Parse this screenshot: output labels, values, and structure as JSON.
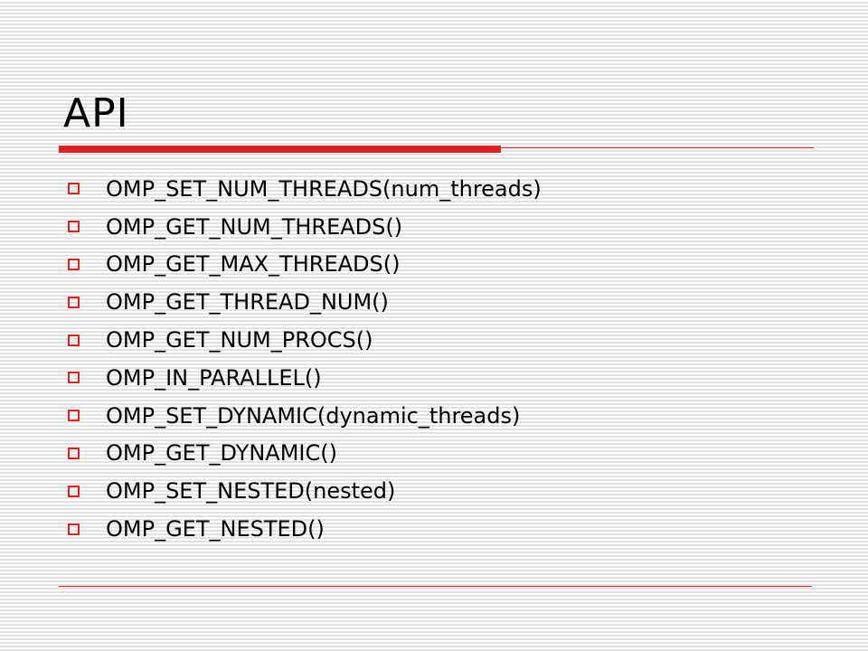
{
  "slide": {
    "title": "API",
    "bullets": [
      "OMP_SET_NUM_THREADS(num_threads)",
      "OMP_GET_NUM_THREADS()",
      "OMP_GET_MAX_THREADS()",
      "OMP_GET_THREAD_NUM()",
      "OMP_GET_NUM_PROCS()",
      "OMP_IN_PARALLEL()",
      "OMP_SET_DYNAMIC(dynamic_threads)",
      "OMP_GET_DYNAMIC()",
      "OMP_SET_NESTED(nested)",
      "OMP_GET_NESTED()"
    ]
  },
  "colors": {
    "accent": "#e02020",
    "stripe": "#e2e2e2",
    "text": "#000000"
  }
}
